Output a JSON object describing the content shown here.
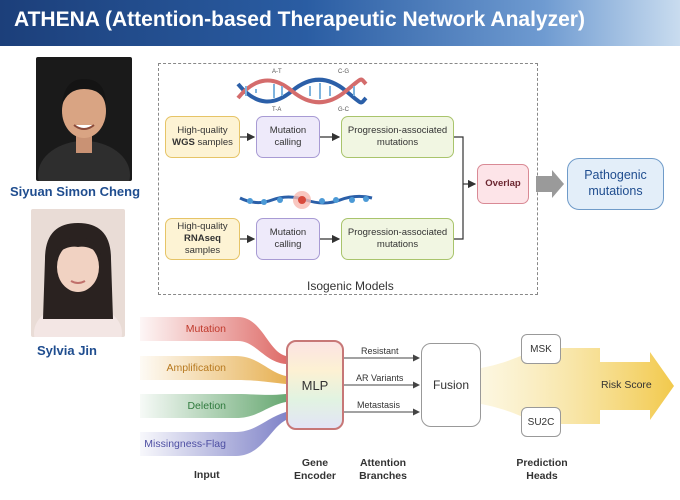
{
  "header": {
    "title": "ATHENA (Attention-based Therapeutic Network Analyzer)"
  },
  "people": [
    {
      "name": "Siyuan Simon Cheng"
    },
    {
      "name": "Sylvia Jin"
    }
  ],
  "isogenic": {
    "label": "Isogenic Models",
    "wgs": {
      "source_prefix": "High-quality",
      "source_bold": "WGS",
      "source_suffix": " samples",
      "calling": "Mutation calling",
      "mutations": "Progression-associated mutations"
    },
    "rna": {
      "source_prefix": "High-quality",
      "source_bold": "RNAseq",
      "source_suffix": " samples",
      "calling": "Mutation calling",
      "mutations": "Progression-associated mutations"
    },
    "overlap": "Overlap",
    "dna_labels": [
      "A-T",
      "C-G",
      "T-A",
      "G-C"
    ]
  },
  "pathogenic": "Pathogenic mutations",
  "model": {
    "inputs": [
      {
        "label": "Mutation",
        "color": "#d9534f"
      },
      {
        "label": "Amplification",
        "color": "#e3a437"
      },
      {
        "label": "Deletion",
        "color": "#4f9a5b"
      },
      {
        "label": "Missingness-Flag",
        "color": "#6b6fbf"
      }
    ],
    "encoder": "MLP",
    "branches": [
      "Resistant",
      "AR Variants",
      "Metastasis"
    ],
    "fusion": "Fusion",
    "heads": [
      "MSK",
      "SU2C"
    ],
    "output": "Risk Score",
    "captions": {
      "input": "Input",
      "encoder": "Gene Encoder",
      "branches": "Attention Branches",
      "heads": "Prediction Heads"
    }
  }
}
